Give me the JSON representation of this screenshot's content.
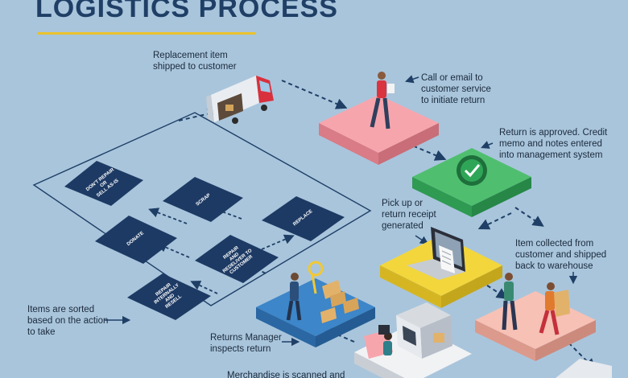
{
  "title": "LOGISTICS PROCESS",
  "steps": {
    "replacement": [
      "Replacement item",
      "shipped to customer"
    ],
    "call": [
      "Call or email to",
      "customer service",
      "to initiate return"
    ],
    "approved": [
      "Return is approved. Credit",
      "memo and notes entered",
      "into management system"
    ],
    "pickup": [
      "Pick up or",
      "return receipt",
      "generated"
    ],
    "collected": [
      "Item collected from",
      "customer and shipped",
      "back to warehouse"
    ],
    "sorted": [
      "Items are sorted",
      "based on the action",
      "to take"
    ],
    "inspects": [
      "Returns Manager",
      "inspects return"
    ],
    "scanned": "Merchandise is scanned and"
  },
  "actions": {
    "dont_repair": [
      "DON'T REPAIR",
      "OR",
      "SELL AS-IS"
    ],
    "scrap": "SCRAP",
    "replace": "REPLACE",
    "donate": "DONATE",
    "repair_redeliver": [
      "REPAIR",
      "AND",
      "REDELIVER TO",
      "CUSTOMER"
    ],
    "repair_resell": [
      "REPAIR",
      "INTERNALLY",
      "AND",
      "RESELL"
    ]
  },
  "colors": {
    "background": "#a9c5dc",
    "title": "#1f3f66",
    "accent_underline": "#e8c22e",
    "dark_tile": "#1d3a64",
    "pink_platform": "#f7a5ad",
    "green_platform": "#4fbf6f",
    "yellow_platform": "#f2d63c",
    "blue_platform": "#3c86c9",
    "arrow": "#1f3f66"
  },
  "icons": [
    "delivery-truck-icon",
    "person-phone-icon",
    "checkmark-badge-icon",
    "laptop-receipt-icon",
    "delivery-person-icon",
    "magnifier-inspect-icon",
    "scanner-station-icon"
  ]
}
